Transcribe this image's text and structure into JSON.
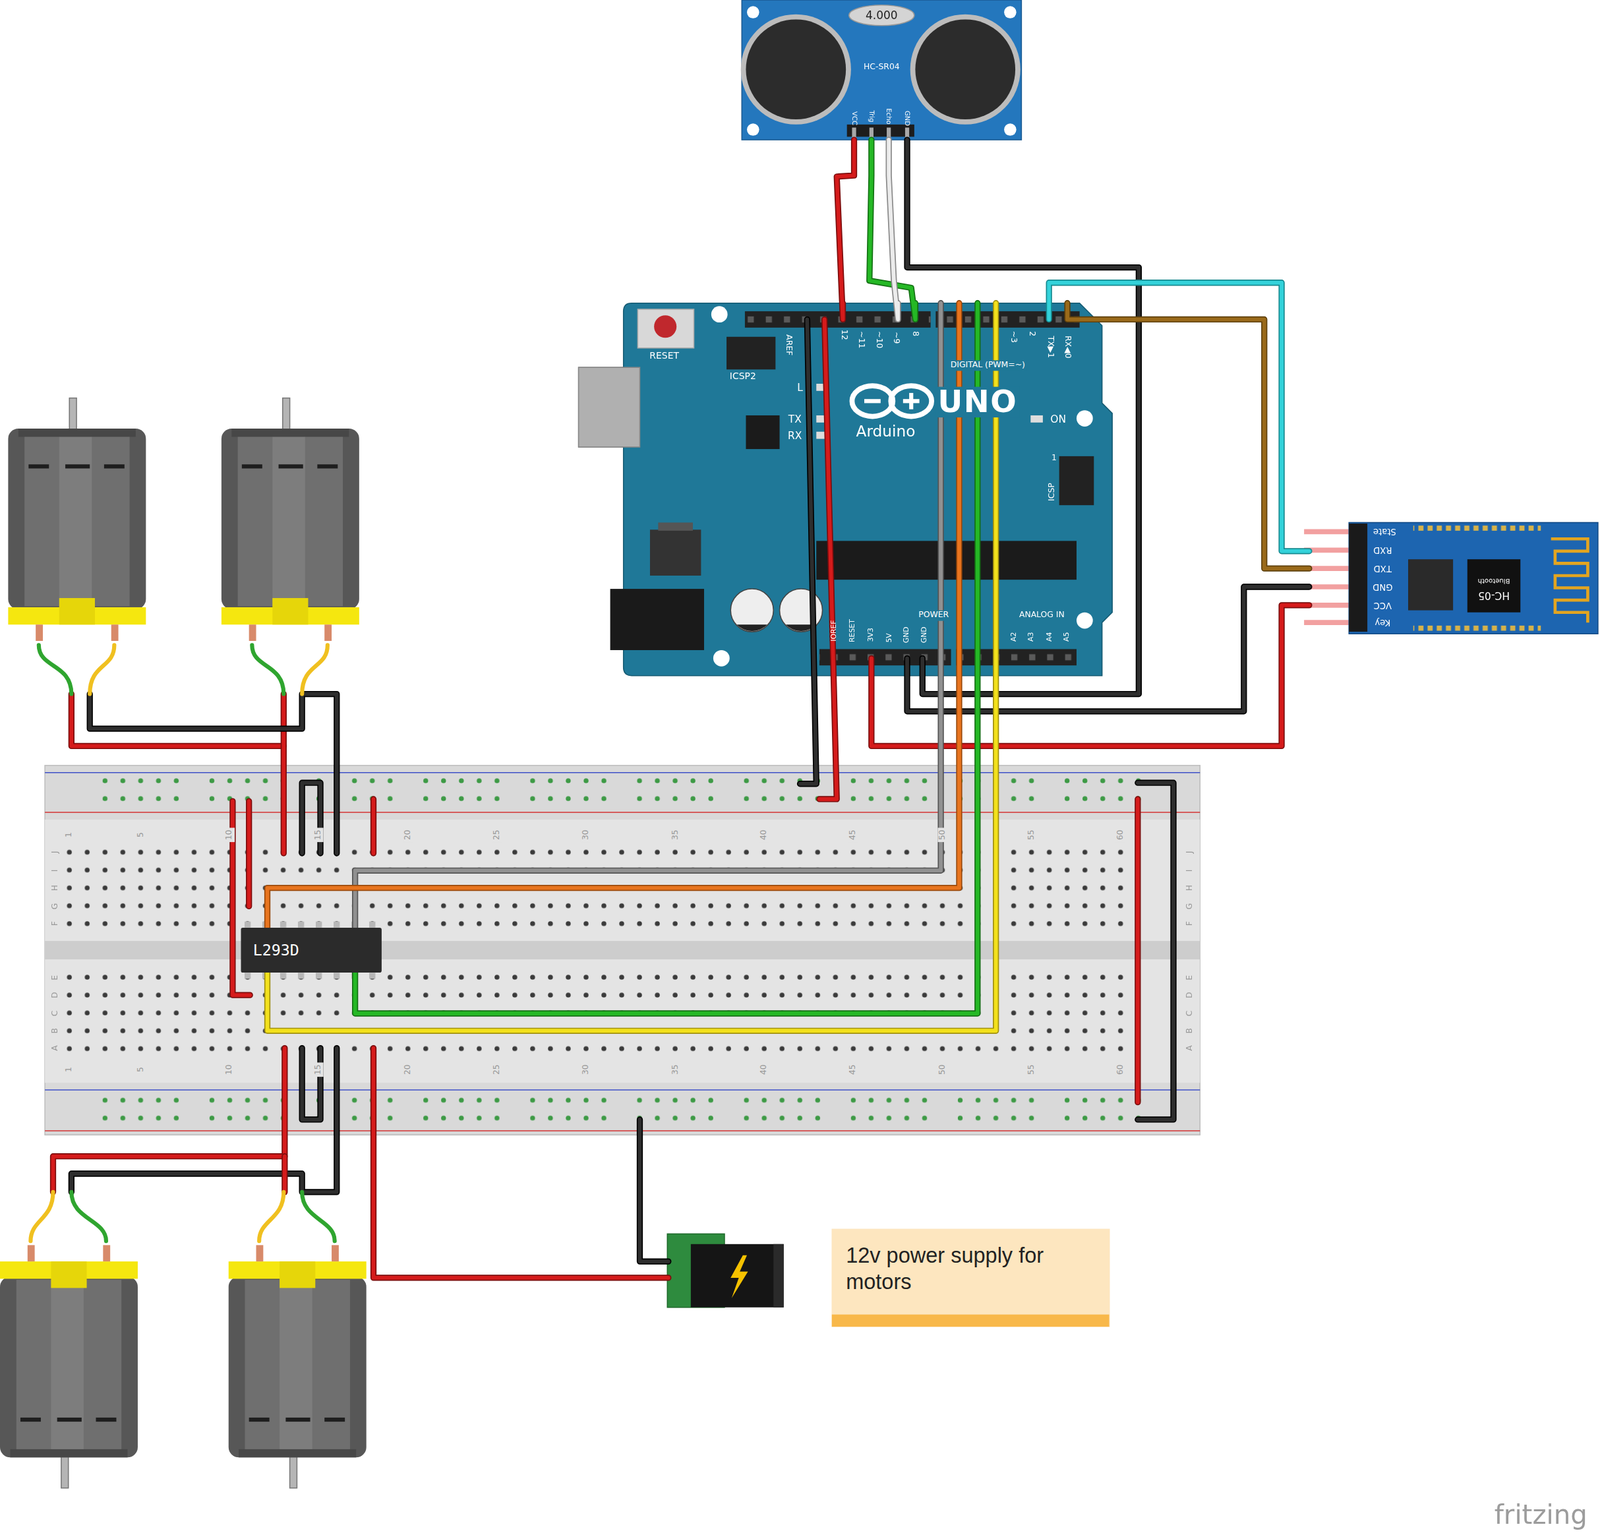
{
  "diagram": {
    "nodes": [
      {
        "text": [
          "HC-SR04"
        ]
      },
      {
        "text": [
          "Arduino",
          "UNO"
        ]
      },
      {
        "text": [
          "HC-05",
          "Bluetooth"
        ]
      },
      {
        "text": [
          "L293D"
        ]
      },
      {
        "text": [
          "12v power supply for motors"
        ]
      }
    ],
    "edges": [
      {
        "from": 0,
        "to": 1,
        "arrow": "none"
      },
      {
        "from": 0,
        "to": 1,
        "arrow": "none"
      },
      {
        "from": 0,
        "to": 1,
        "arrow": "none"
      },
      {
        "from": 0,
        "to": 1,
        "arrow": "none"
      },
      {
        "from": 2,
        "to": 1,
        "arrow": "none"
      },
      {
        "from": 2,
        "to": 1,
        "arrow": "none"
      },
      {
        "from": 2,
        "to": 1,
        "arrow": "none"
      },
      {
        "from": 2,
        "to": 1,
        "arrow": "none"
      },
      {
        "from": 1,
        "to": 3,
        "arrow": "none"
      },
      {
        "from": 1,
        "to": 3,
        "arrow": "none"
      },
      {
        "from": 1,
        "to": 3,
        "arrow": "none"
      },
      {
        "from": 1,
        "to": 3,
        "arrow": "none"
      }
    ],
    "labels": [
      "4.000",
      "VCC",
      "Trig",
      "Echo",
      "GND",
      "RESET",
      "ICSP2",
      "AREF",
      "12",
      "~11",
      "~10",
      "~9",
      "8",
      "DIGITAL (PWM=~)",
      "~3",
      "2",
      "TX▶1",
      "RX◀0",
      "L",
      "TX",
      "RX",
      "ON",
      "ICSP",
      "1",
      "IOREF",
      "RESET",
      "3V3",
      "5V",
      "GND",
      "GND",
      "POWER",
      "ANALOG IN",
      "A2",
      "A3",
      "A4",
      "A5",
      "State",
      "RXD",
      "TXD",
      "GND",
      "VCC",
      "Key",
      "1",
      "5",
      "10",
      "15",
      "20",
      "25",
      "30",
      "35",
      "40",
      "45",
      "50",
      "55",
      "60",
      "1",
      "5",
      "10",
      "15",
      "20",
      "25",
      "30",
      "35",
      "40",
      "45",
      "50",
      "55",
      "60",
      "J",
      "I",
      "H",
      "G",
      "F",
      "E",
      "D",
      "C",
      "B",
      "A",
      "J",
      "I",
      "H",
      "G",
      "F",
      "E",
      "D",
      "C",
      "B",
      "A",
      "fritzing"
    ]
  }
}
